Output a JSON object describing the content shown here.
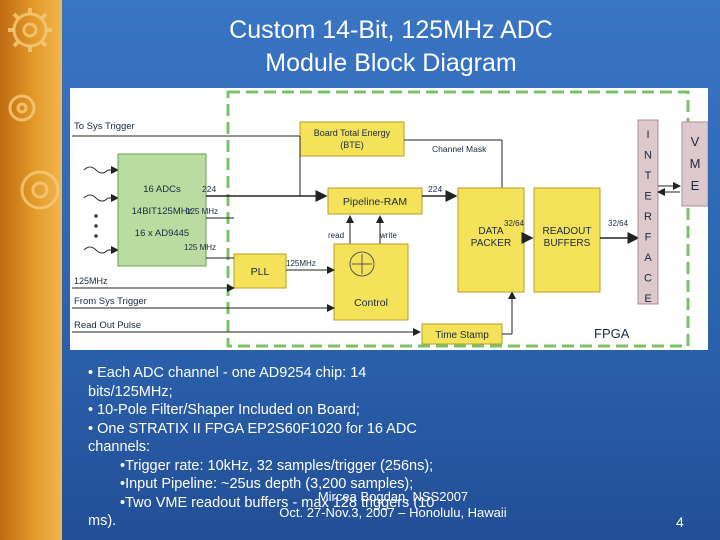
{
  "title": {
    "line1": "Custom 14-Bit, 125MHz ADC",
    "line2": "Module Block Diagram"
  },
  "diagram": {
    "to_sys_trigger": "To Sys Trigger",
    "bte_line1": "Board Total Energy",
    "bte_line2": "(BTE)",
    "channel_mask": "Channel Mask",
    "adc_line1": "16 ADCs",
    "adc_line2": "14BIT125MHz",
    "adc_line3": "16 x AD9445",
    "bus_224_left": "224",
    "clk_125_top": "125 MHz",
    "clk_125_bottom": "125 MHz",
    "pipeline_ram": "Pipeline-RAM",
    "bus_224_right": "224",
    "read": "read",
    "write": "write",
    "data_packer_line1": "DATA",
    "data_packer_line2": "PACKER",
    "bus_32_64_a": "32/64",
    "readout_line1": "READOUT",
    "readout_line2": "BUFFERS",
    "bus_32_64_b": "32/64",
    "interface_letters": [
      "I",
      "N",
      "T",
      "E",
      "R",
      "F",
      "A",
      "C",
      "E"
    ],
    "vme_letters": [
      "V",
      "M",
      "E"
    ],
    "clk_in": "125MHz",
    "pll": "PLL",
    "pll_out": "125MHz",
    "control": "Control",
    "from_sys_trigger": "From Sys Trigger",
    "read_out_pulse": "Read Out Pulse",
    "time_stamp": "Time Stamp",
    "fpga": "FPGA"
  },
  "bullets": [
    {
      "text": "• Each ADC channel - one AD9254 chip: 14",
      "indent": false
    },
    {
      "text": "bits/125MHz;",
      "indent": false
    },
    {
      "text": "• 10-Pole Filter/Shaper Included on Board;",
      "indent": false
    },
    {
      "text": "• One STRATIX II FPGA EP2S60F1020 for 16 ADC",
      "indent": false
    },
    {
      "text": "channels:",
      "indent": false
    },
    {
      "text": "•Trigger rate: 10kHz, 32 samples/trigger (256ns);",
      "indent": true
    },
    {
      "text": "•Input Pipeline: ~25us depth (3,200 samples);",
      "indent": true
    },
    {
      "text": "•Two VME readout buffers - max 128 triggers (10",
      "indent": true
    },
    {
      "text": "ms).",
      "indent": false
    }
  ],
  "footer": {
    "line1": "Mircea Bogdan, NSS2007",
    "line2": "Oct. 27-Nov.3, 2007 – Honolulu, Hawaii"
  },
  "page_number": "4",
  "colors": {
    "background": "#2b62ae",
    "left_strip": "#e39a2a",
    "adc_block": "#b9dca0",
    "adc_border": "#6aa050",
    "fpga_blocks": "#f4e25a",
    "fpga_border": "#b8a020",
    "interface_block": "#ddc8cc",
    "fpga_dashed": "#7cc06a",
    "arrows": "#222222"
  }
}
